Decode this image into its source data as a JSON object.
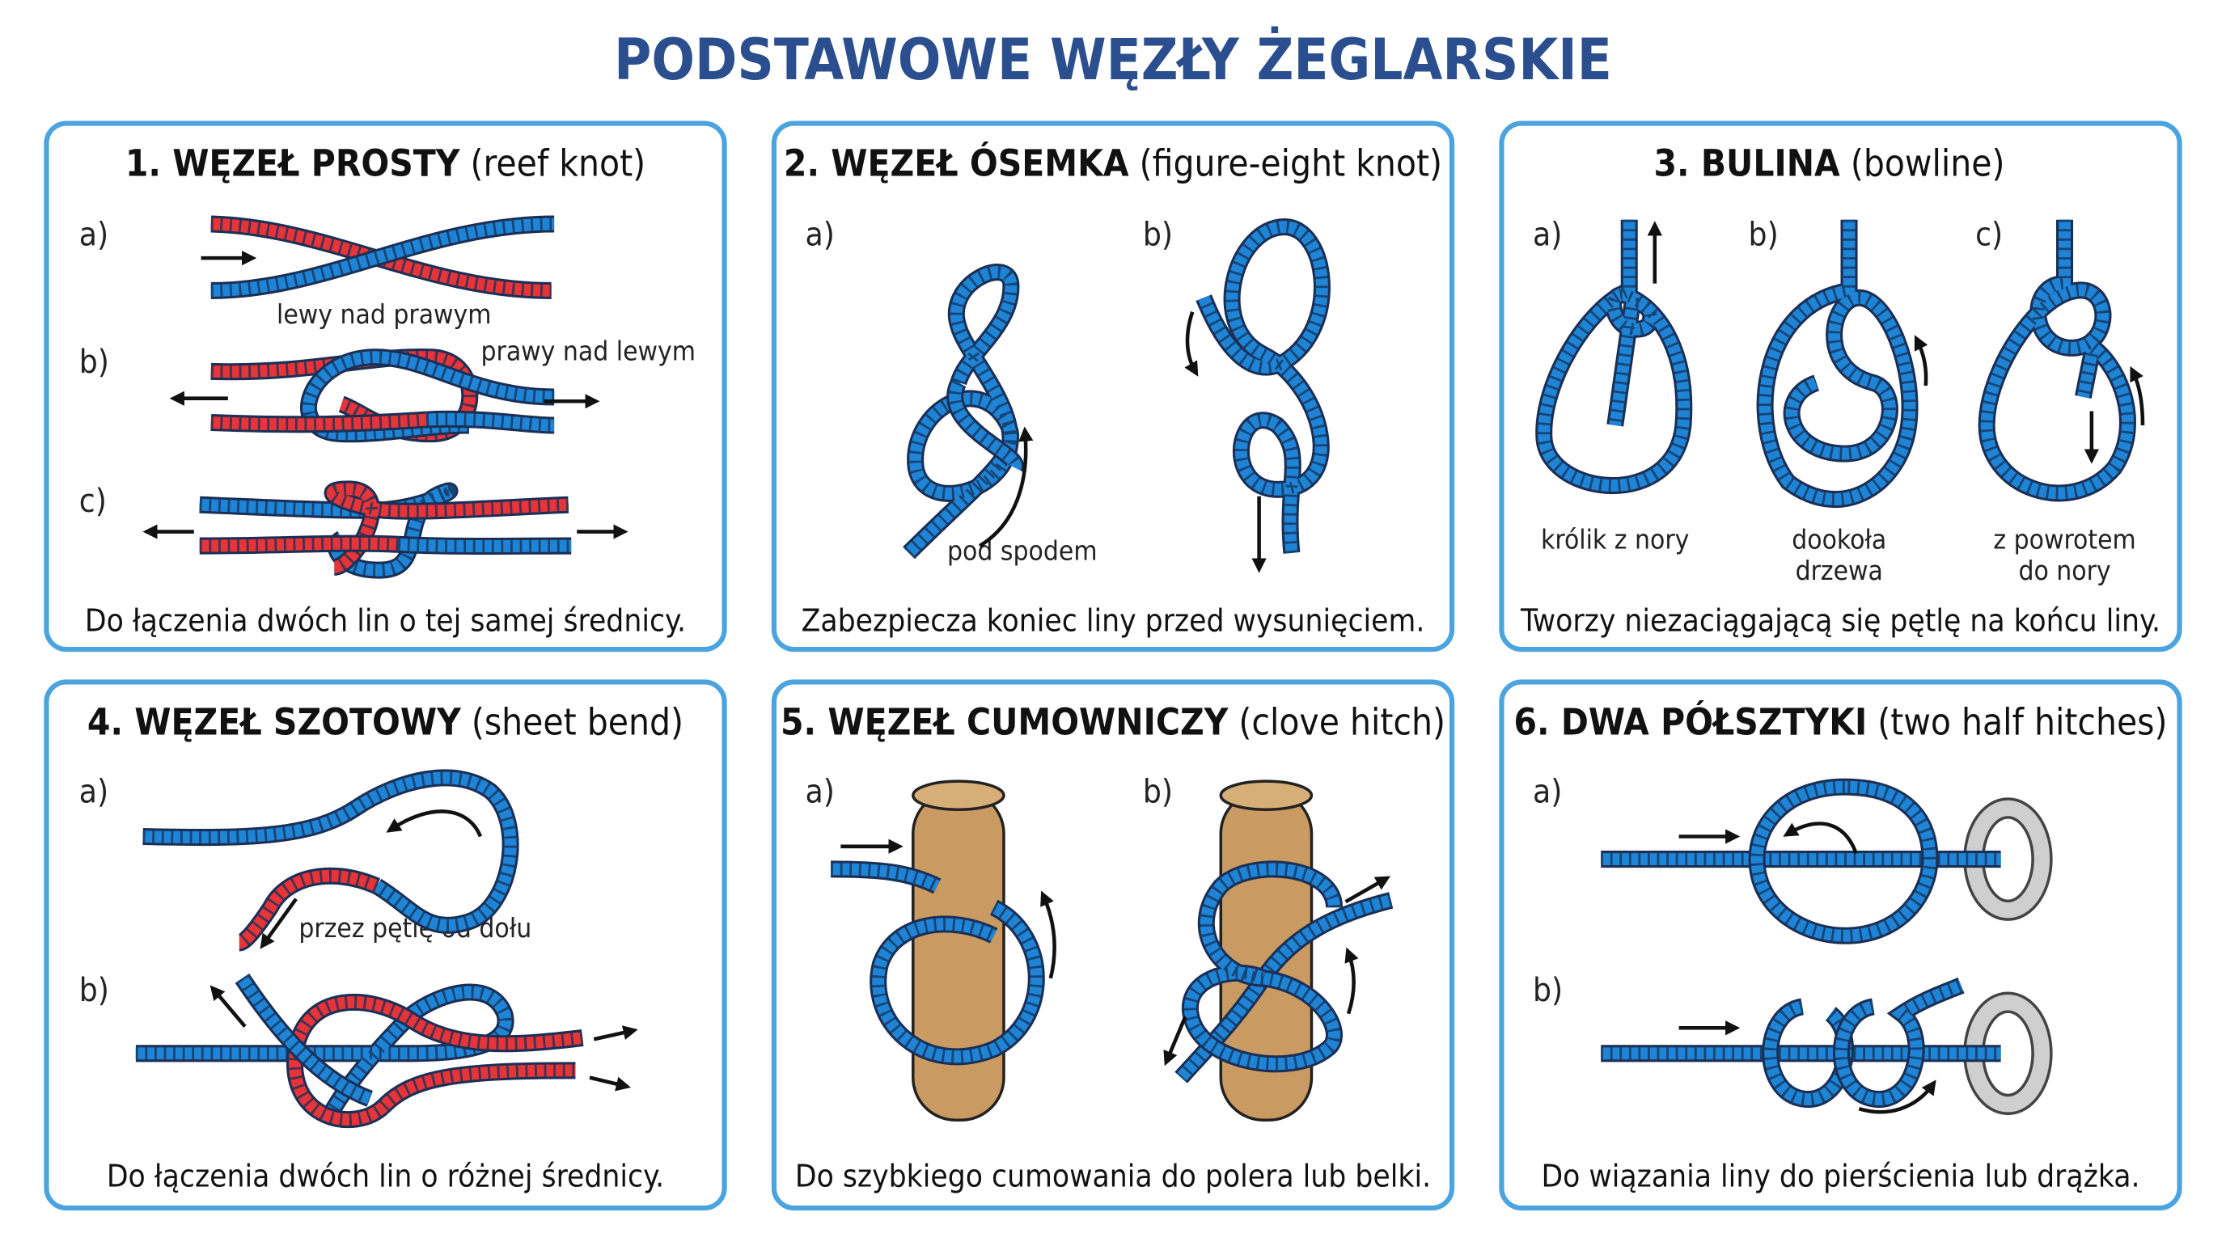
{
  "title": "PODSTAWOWE WĘZŁY ŻEGLARSKIE",
  "colors": {
    "title": "#2b4f8e",
    "panel_border": "#4ba4e0",
    "rope_blue": "#1f84d6",
    "rope_red": "#e5343a",
    "wood": "#c99a62",
    "ring": "#c8c8c8"
  },
  "panels": [
    {
      "number_name": "1. WĘZEŁ PROSTY",
      "english": "(reef knot)",
      "steps": [
        "a)",
        "b)",
        "c)"
      ],
      "notes": [
        "lewy nad prawym",
        "prawy nad lewym"
      ],
      "caption": "Do łączenia dwóch lin o tej samej średnicy."
    },
    {
      "number_name": "2. WĘZEŁ ÓSEMKA",
      "english": "(figure-eight knot)",
      "steps": [
        "a)",
        "b)"
      ],
      "notes": [
        "pod spodem"
      ],
      "caption": "Zabezpiecza koniec liny przed wysunięciem."
    },
    {
      "number_name": "3. BULINA",
      "english": "(bowline)",
      "steps": [
        "a)",
        "b)",
        "c)"
      ],
      "notes": [
        "królik z nory",
        "dookoła",
        "drzewa",
        "z powrotem",
        "do nory"
      ],
      "caption": "Tworzy niezaciągającą się pętlę na końcu liny."
    },
    {
      "number_name": "4. WĘZEŁ SZOTOWY",
      "english": "(sheet bend)",
      "steps": [
        "a)",
        "b)"
      ],
      "notes": [
        "przez pętlę od dołu"
      ],
      "caption": "Do łączenia dwóch lin o różnej średnicy."
    },
    {
      "number_name": "5. WĘZEŁ CUMOWNICZY",
      "english": "(clove hitch)",
      "steps": [
        "a)",
        "b)"
      ],
      "notes": [],
      "caption": "Do szybkiego cumowania do polera lub belki."
    },
    {
      "number_name": "6. DWA PÓŁSZTYKI",
      "english": "(two half hitches)",
      "steps": [
        "a)",
        "b)"
      ],
      "notes": [],
      "caption": "Do wiązania liny do pierścienia lub drążka."
    }
  ]
}
